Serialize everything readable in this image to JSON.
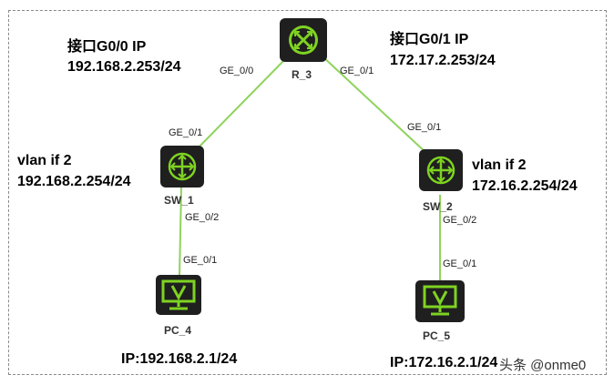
{
  "colors": {
    "link": "#8fd35c",
    "device_bg": "#1f1f1f",
    "device_icon": "#7ed321",
    "frame": "#8a8a8a"
  },
  "nodes": {
    "r3": {
      "label": "R_3",
      "icon": "router-icon"
    },
    "sw1": {
      "label": "SW_1",
      "icon": "switch-icon"
    },
    "sw2": {
      "label": "SW_2",
      "icon": "switch-icon"
    },
    "pc4": {
      "label": "PC_4",
      "icon": "pc-monitor-icon"
    },
    "pc5": {
      "label": "PC_5",
      "icon": "pc-monitor-icon"
    }
  },
  "ports": {
    "r3_ge00": "GE_0/0",
    "r3_ge01": "GE_0/1",
    "sw1_ge01": "GE_0/1",
    "sw1_ge02": "GE_0/2",
    "sw2_ge01": "GE_0/1",
    "sw2_ge02": "GE_0/2",
    "pc4_ge01": "GE_0/1",
    "pc5_ge01": "GE_0/1"
  },
  "annotations": {
    "r3_g00_title": "接口G0/0 IP",
    "r3_g00_ip": "192.168.2.253/24",
    "r3_g01_title": "接口G0/1 IP",
    "r3_g01_ip": "172.17.2.253/24",
    "sw1_vlan": "vlan if 2",
    "sw1_ip": "192.168.2.254/24",
    "sw2_vlan": "vlan if 2",
    "sw2_ip": "172.16.2.254/24",
    "pc4_ip": "IP:192.168.2.1/24",
    "pc5_ip": "IP:172.16.2.1/24"
  },
  "watermark": "头条 @onme0"
}
